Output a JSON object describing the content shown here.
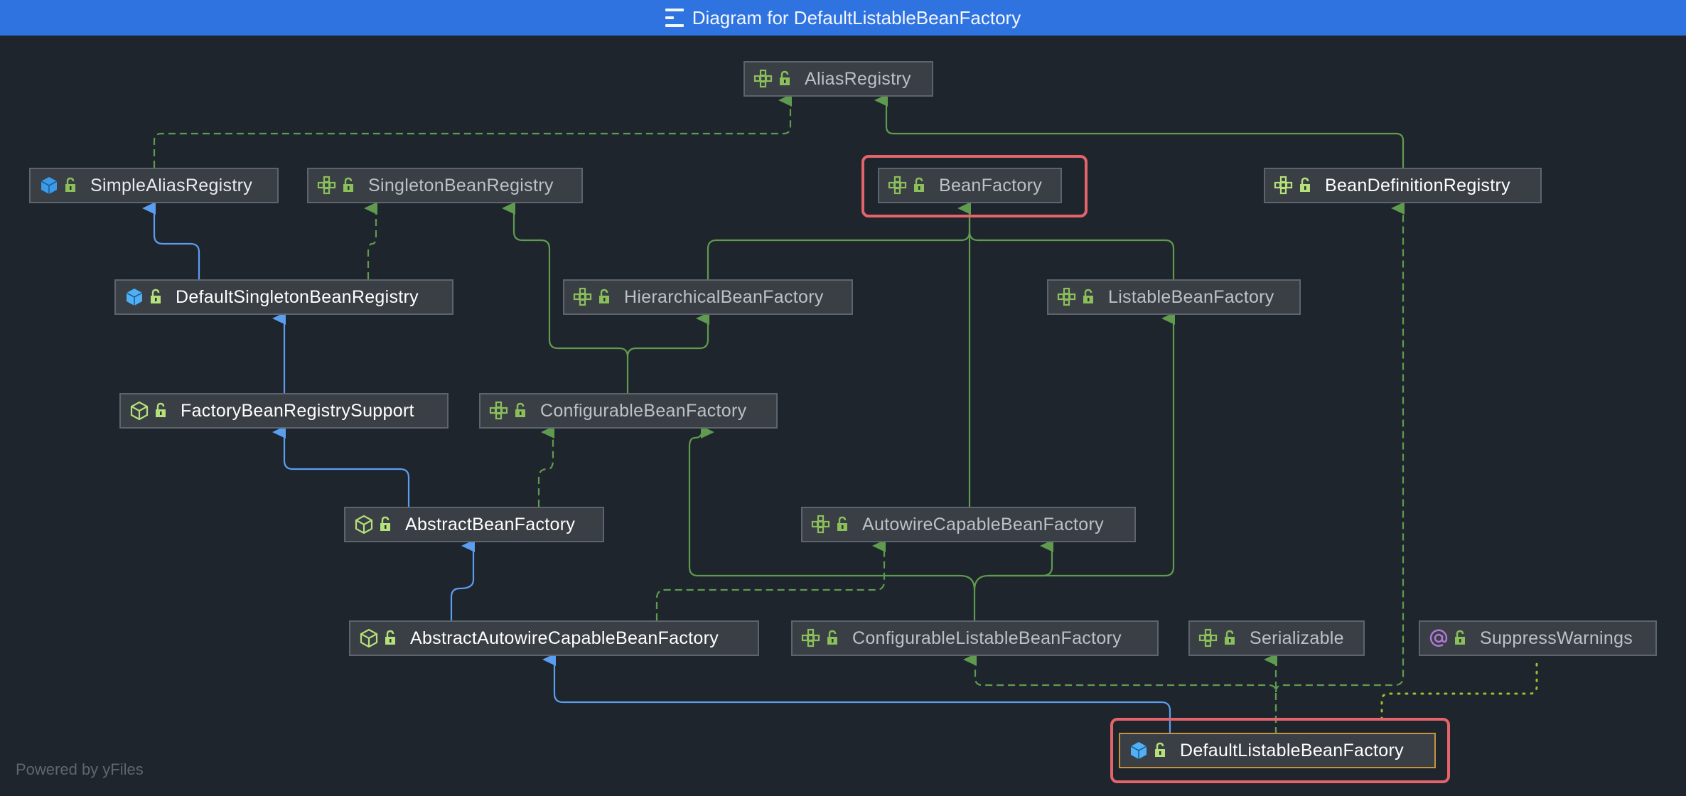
{
  "window": {
    "title": "Diagram for DefaultListableBeanFactory"
  },
  "footer": "Powered by yFiles",
  "colors": {
    "background": "#1f252d",
    "titlebar": "#2e73e0",
    "node_fill": "#3a3f46",
    "node_border": "#5d646d",
    "extends_edge": "#5b9ef0",
    "implements_edge": "#5f9b4f",
    "annotation_edge": "#9bc12f",
    "highlight": "#e4646c"
  },
  "nodes": {
    "alias_registry": {
      "label": "AliasRegistry",
      "kind": "interface"
    },
    "simple_alias_registry": {
      "label": "SimpleAliasRegistry",
      "kind": "class"
    },
    "singleton_bean_registry": {
      "label": "SingletonBeanRegistry",
      "kind": "interface"
    },
    "bean_factory": {
      "label": "BeanFactory",
      "kind": "interface",
      "highlighted": true
    },
    "bean_definition_registry": {
      "label": "BeanDefinitionRegistry",
      "kind": "interface"
    },
    "default_singleton_bean_registry": {
      "label": "DefaultSingletonBeanRegistry",
      "kind": "class"
    },
    "hierarchical_bean_factory": {
      "label": "HierarchicalBeanFactory",
      "kind": "interface"
    },
    "listable_bean_factory": {
      "label": "ListableBeanFactory",
      "kind": "interface"
    },
    "factory_bean_registry_support": {
      "label": "FactoryBeanRegistrySupport",
      "kind": "abstract class"
    },
    "configurable_bean_factory": {
      "label": "ConfigurableBeanFactory",
      "kind": "interface"
    },
    "abstract_bean_factory": {
      "label": "AbstractBeanFactory",
      "kind": "abstract class"
    },
    "autowire_capable_bean_factory": {
      "label": "AutowireCapableBeanFactory",
      "kind": "interface"
    },
    "abstract_autowire_capable_bean_factory": {
      "label": "AbstractAutowireCapableBeanFactory",
      "kind": "abstract class"
    },
    "configurable_listable_bean_factory": {
      "label": "ConfigurableListableBeanFactory",
      "kind": "interface"
    },
    "serializable": {
      "label": "Serializable",
      "kind": "interface"
    },
    "suppress_warnings": {
      "label": "SuppressWarnings",
      "kind": "annotation"
    },
    "default_listable_bean_factory": {
      "label": "DefaultListableBeanFactory",
      "kind": "class",
      "highlighted": true,
      "selected": true
    }
  },
  "icons": {
    "class": "class-icon",
    "abstract class": "abstract-class-icon",
    "interface": "interface-icon",
    "annotation": "annotation-icon",
    "visibility": "public-lock-icon"
  }
}
